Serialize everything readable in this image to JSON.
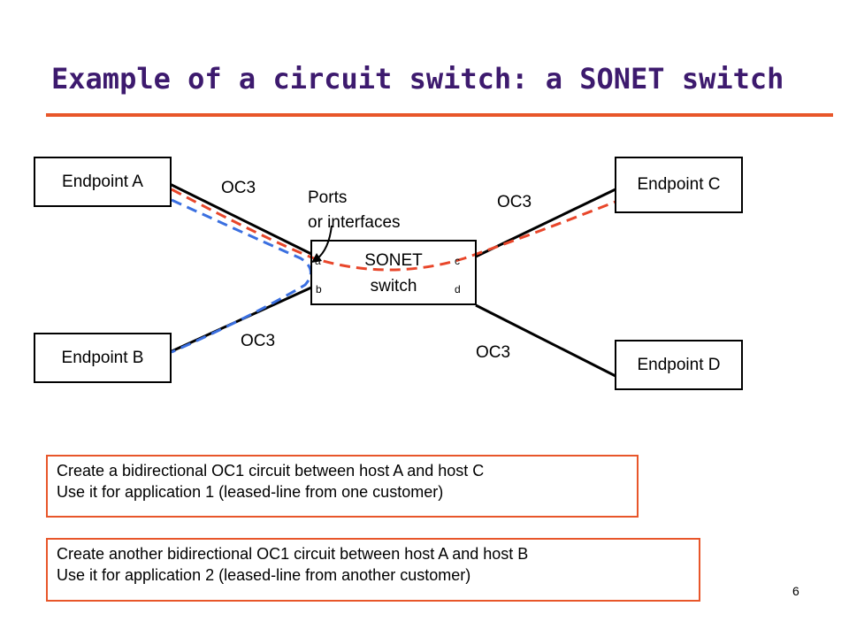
{
  "title": "Example of a circuit switch: a SONET switch",
  "endpoints": {
    "a": "Endpoint A",
    "b": "Endpoint B",
    "c": "Endpoint C",
    "d": "Endpoint D"
  },
  "switch": {
    "line1": "SONET",
    "line2": "switch"
  },
  "ports": {
    "a": "a",
    "b": "b",
    "c": "c",
    "d": "d"
  },
  "link_labels": {
    "ab_top": "OC3",
    "ab_bottom": "OC3",
    "cd_top": "OC3",
    "cd_bottom": "OC3"
  },
  "ports_callout": {
    "line1": "Ports",
    "line2": "or interfaces"
  },
  "notes": [
    {
      "line1": "Create a bidirectional OC1 circuit between host A and host C",
      "line2": "Use it for application 1 (leased-line from one customer)"
    },
    {
      "line1": "Create another bidirectional OC1 circuit between host A and host B",
      "line2": "Use it for application 2 (leased-line from another customer)"
    }
  ],
  "circuit_colors": {
    "a_to_c": "#e8462a",
    "a_to_b": "#3a6fe0"
  },
  "page_number": "6"
}
